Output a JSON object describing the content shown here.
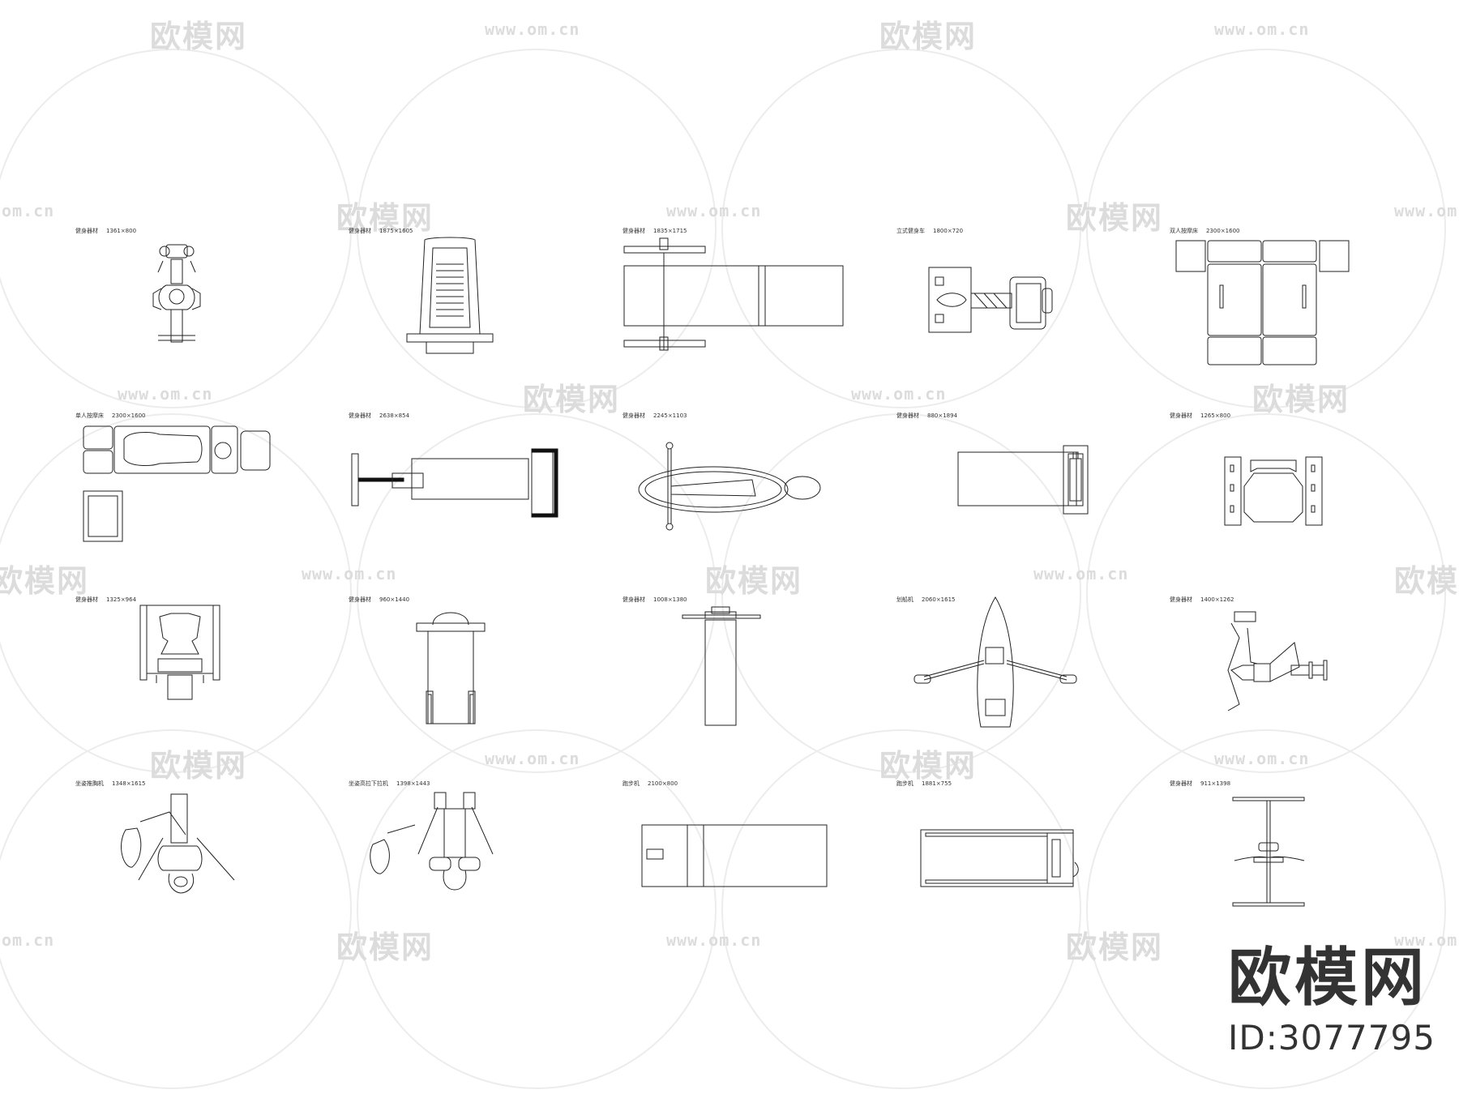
{
  "watermark": {
    "logo_text": "欧模网",
    "url_text": "www.om.cn",
    "url_partial": "om.cn",
    "logo_partial": "欧模网"
  },
  "brand": {
    "name": "欧模网",
    "id_label": "ID:3077795"
  },
  "equipment": [
    {
      "label": "健身器材",
      "dims": "1361×800"
    },
    {
      "label": "健身器材",
      "dims": "1875×1605"
    },
    {
      "label": "健身器材",
      "dims": "1835×1715"
    },
    {
      "label": "立式健身车",
      "dims": "1800×720"
    },
    {
      "label": "双人按摩床",
      "dims": "2300×1600"
    },
    {
      "label": "单人按摩床",
      "dims": "2300×1600"
    },
    {
      "label": "健身器材",
      "dims": "2638×854"
    },
    {
      "label": "健身器材",
      "dims": "2245×1103"
    },
    {
      "label": "健身器材",
      "dims": "880×1894"
    },
    {
      "label": "健身器材",
      "dims": "1265×800"
    },
    {
      "label": "健身器材",
      "dims": "1325×964"
    },
    {
      "label": "健身器材",
      "dims": "960×1440"
    },
    {
      "label": "健身器材",
      "dims": "1008×1380"
    },
    {
      "label": "划船机",
      "dims": "2060×1615"
    },
    {
      "label": "健身器材",
      "dims": "1400×1262"
    },
    {
      "label": "坐姿推胸机",
      "dims": "1348×1615"
    },
    {
      "label": "坐姿高拉下拉机",
      "dims": "1398×1443"
    },
    {
      "label": "跑步机",
      "dims": "2100×800"
    },
    {
      "label": "跑步机",
      "dims": "1881×755"
    },
    {
      "label": "健身器材",
      "dims": "911×1398"
    }
  ]
}
